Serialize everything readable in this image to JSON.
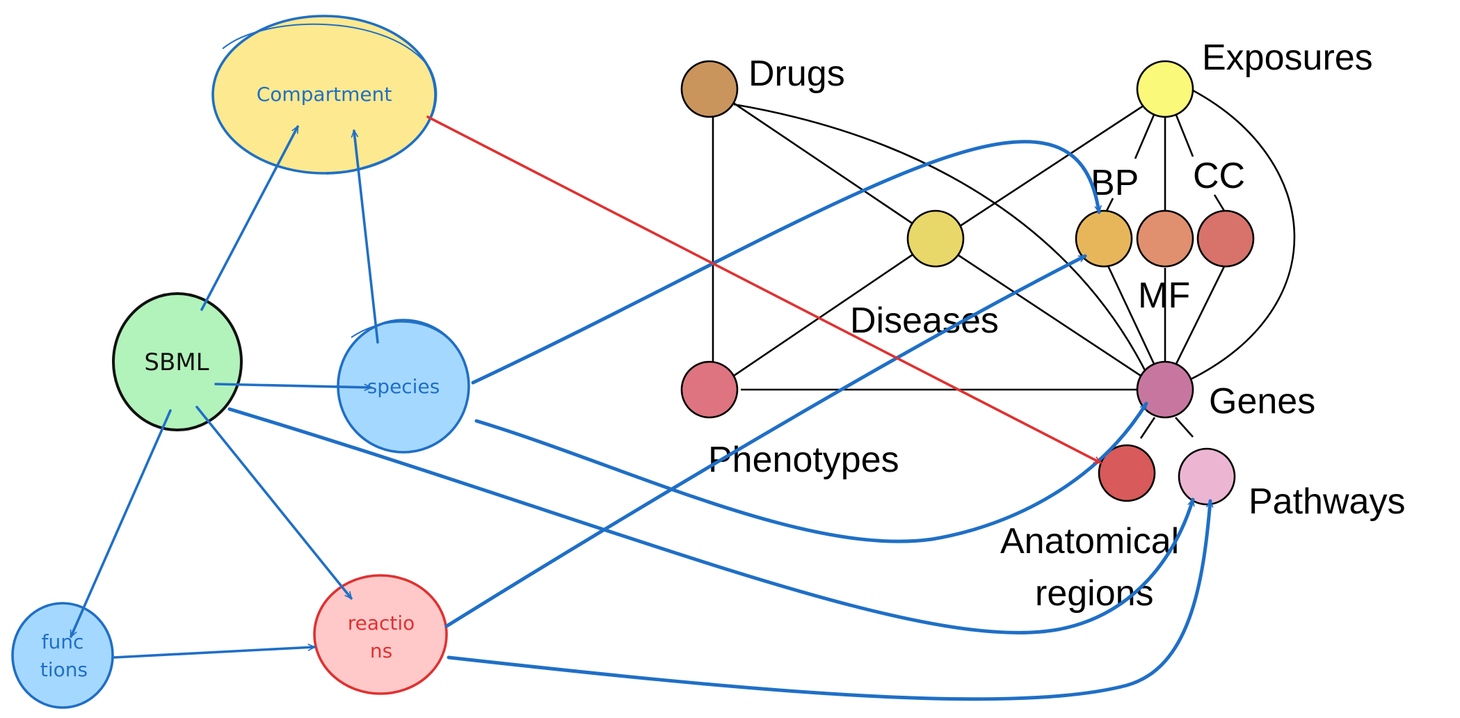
{
  "sbml_nodes": {
    "compartment": "Compartment",
    "sbml": "SBML",
    "species": "species",
    "functions": [
      "func",
      "tions"
    ],
    "reactions": [
      "reactio",
      "ns"
    ]
  },
  "kg_nodes": {
    "drugs": "Drugs",
    "exposures": "Exposures",
    "bp": "BP",
    "cc": "CC",
    "mf": "MF",
    "diseases": "Diseases",
    "genes": "Genes",
    "phenotypes": "Phenotypes",
    "pathways": "Pathways",
    "anatomical_regions": [
      "Anatomical",
      "regions"
    ]
  },
  "colors": {
    "compartment_fill": "#fde98f",
    "sbml_fill": "#b2f2bb",
    "species_fill": "#a5d8ff",
    "functions_fill": "#a5d8ff",
    "reactions_fill": "#ffc9c9",
    "arrow_blue": "#1f6fc6",
    "arrow_red": "#e03131",
    "drugs": "#c9955c",
    "exposures": "#faf97a",
    "diseases": "#e8d86a",
    "bp": "#e8b65a",
    "mf": "#e0906e",
    "cc": "#d7736a",
    "phenotypes": "#dd7480",
    "genes": "#c7779f",
    "anatomical_regions": "#d85a5a",
    "pathways": "#ecb6d2"
  }
}
